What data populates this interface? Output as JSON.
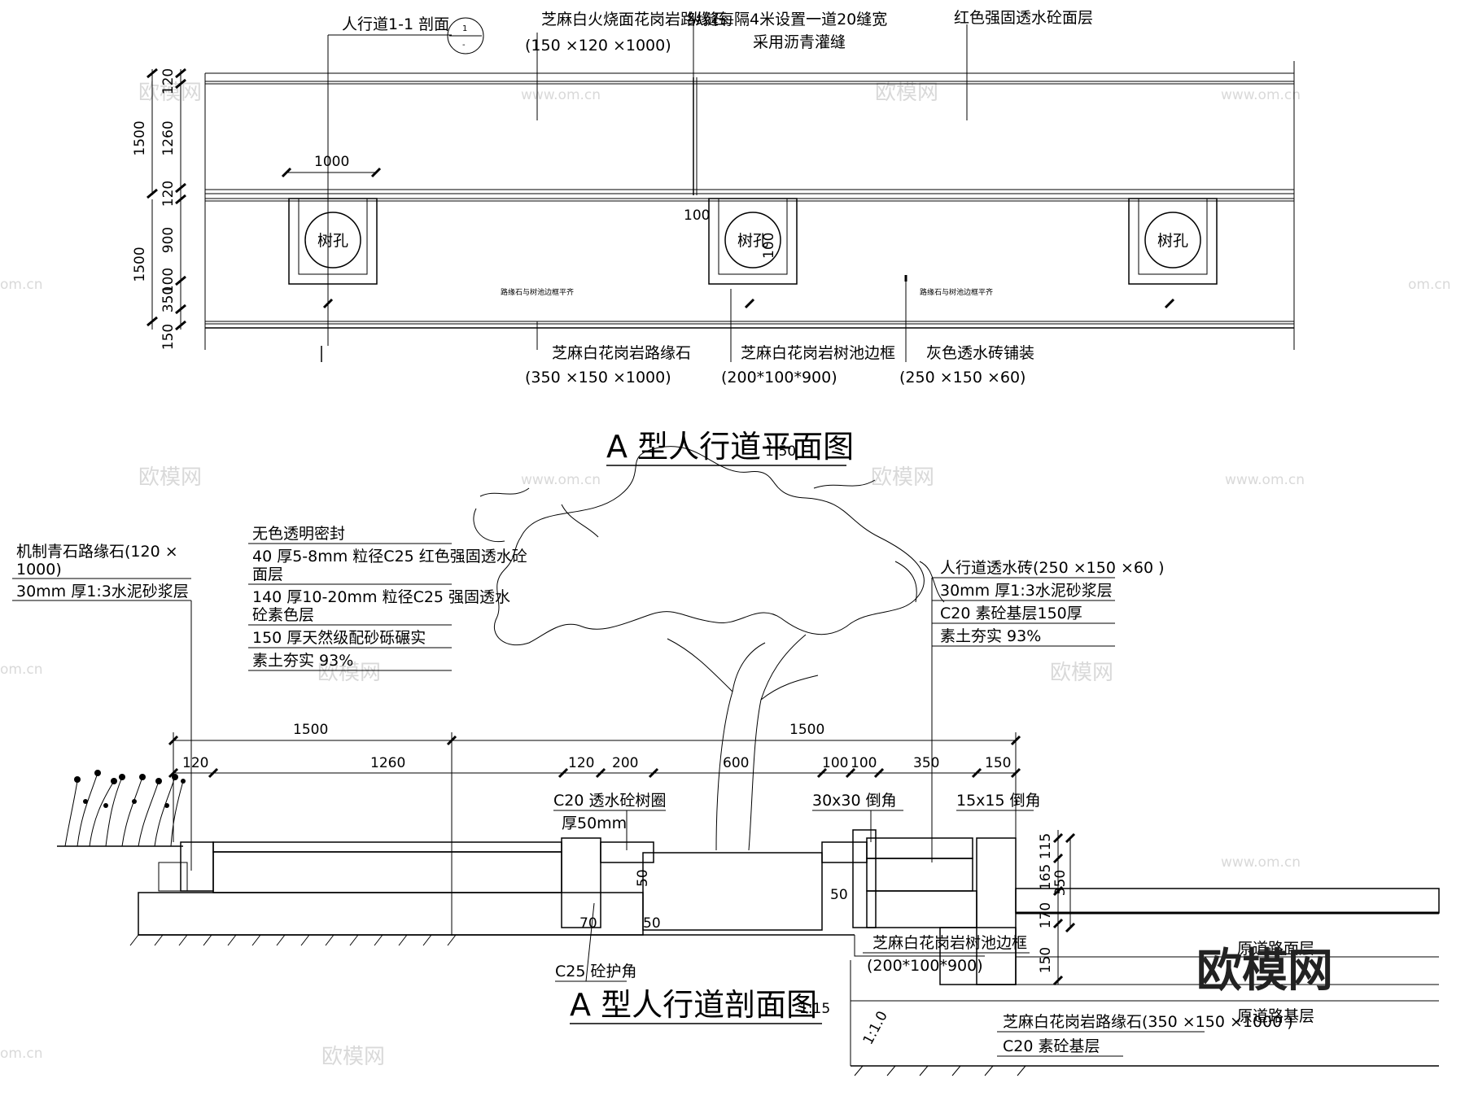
{
  "plan": {
    "title": "A 型人行道平面图",
    "scale": "1:50",
    "section_mark": "人行道1-1 剖面",
    "labels": {
      "granite_top": "芝麻白火烧面花岗岩路缘石",
      "granite_top_size": "(150 ×120 ×1000)",
      "joint": "纵缝每隔4米设置一道20缝宽",
      "joint2": "采用沥青灌缝",
      "red_layer": "红色强固透水砼面层",
      "curb": "芝麻白花岗岩路缘石",
      "curb_size": "(350 ×150 ×1000)",
      "tree_frame": "芝麻白花岗岩树池边框",
      "tree_frame_size": "(200*100*900)",
      "grey_paver": "灰色透水砖铺装",
      "grey_paver_size": "(250 ×150 ×60)",
      "tree_hole": "树孔",
      "small_note": "路缘石与树池边框平齐"
    },
    "dims_left": [
      "120",
      "1260",
      "120",
      "1500",
      "900",
      "1500",
      "100",
      "350",
      "150"
    ],
    "dims_inner": [
      "1000",
      "100",
      "100"
    ]
  },
  "section": {
    "title": "A 型人行道剖面图",
    "scale": "1:15",
    "labels_left": [
      "机制青石路缘石(120 ×",
      "1000)",
      "30mm 厚1:3水泥砂浆层"
    ],
    "labels_mid": [
      "无色透明密封",
      "40 厚5-8mm 粒径C25 红色强固透水砼",
      "面层",
      "140 厚10-20mm 粒径C25 强固透水",
      "砼素色层",
      "150 厚天然级配砂砾碾实",
      "素土夯实 93%"
    ],
    "labels_right": [
      "人行道透水砖(250 ×150 ×60 )",
      "30mm 厚1:3水泥砂浆层",
      "C20 素砼基层150厚",
      "素土夯实 93%"
    ],
    "dims_top": [
      "1500",
      "1500"
    ],
    "dims_row": [
      "120",
      "1260",
      "120",
      "200",
      "600",
      "100",
      "100",
      "350",
      "150"
    ],
    "dims_right": [
      "115",
      "165",
      "350",
      "170",
      "150"
    ],
    "dims_small": [
      "50",
      "70",
      "50",
      "50"
    ],
    "notes": {
      "c20_ring": "C20 透水砼树圈",
      "ring_thick": "厚50mm",
      "chamfer30": "30x30 倒角",
      "chamfer15": "15x15 倒角",
      "c25_corner": "C25 砼护角",
      "tree_frame": "芝麻白花岗岩树池边框",
      "tree_frame_size": "(200*100*900)",
      "road_surface": "原道路面层",
      "road_base": "原道路基层",
      "curb_bottom": "芝麻白花岗岩路缘石(350 ×150 ×1000 )",
      "c20_base": "C20 素砼基层",
      "slope": "1:1.0"
    }
  },
  "watermark": {
    "brand": "欧模网",
    "url": "www.om.cn",
    "short": "om.cn"
  }
}
